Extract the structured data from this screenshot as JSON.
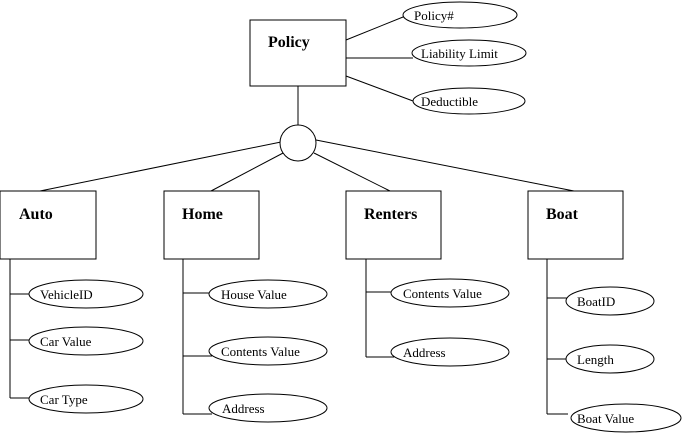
{
  "diagram": {
    "parent": {
      "name": "Policy",
      "attributes": [
        "Policy#",
        "Liability Limit",
        "Deductible"
      ]
    },
    "children": [
      {
        "name": "Auto",
        "attributes": [
          "VehicleID",
          "Car Value",
          "Car Type"
        ]
      },
      {
        "name": "Home",
        "attributes": [
          "House Value",
          "Contents Value",
          "Address"
        ]
      },
      {
        "name": "Renters",
        "attributes": [
          "Contents Value",
          "Address"
        ]
      },
      {
        "name": "Boat",
        "attributes": [
          "BoatID",
          "Length",
          "Boat Value"
        ]
      }
    ]
  }
}
